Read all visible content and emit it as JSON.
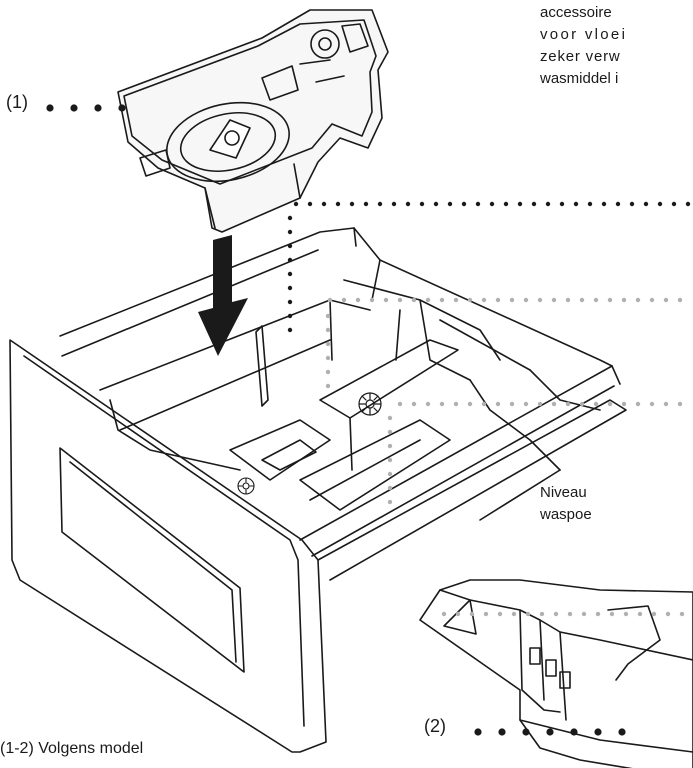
{
  "callouts": {
    "part_1": "(1)",
    "part_2": "(2)"
  },
  "accessory_text": {
    "line_1": "accessoire",
    "line_2": "voor vloei",
    "line_3": "zeker verw",
    "line_4": "wasmiddel i"
  },
  "level_text": {
    "line_1": "Niveau",
    "line_2": "waspoe"
  },
  "footnote": "(1-2) Volgens model",
  "colors": {
    "line": "#1a1a1a",
    "leader_black": "#1a1a1a",
    "leader_grey": "#b0b0b0",
    "fill_light": "#f7f7f7"
  }
}
